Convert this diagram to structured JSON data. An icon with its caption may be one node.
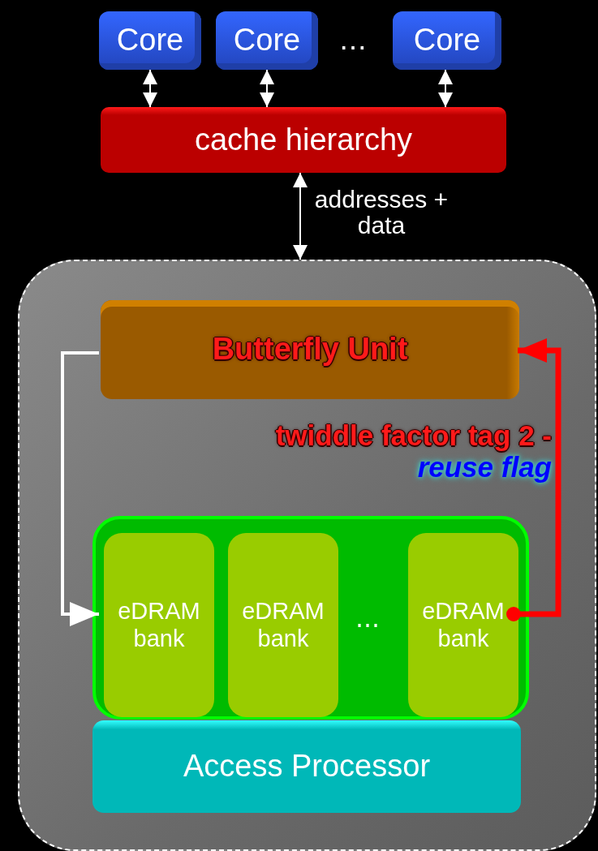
{
  "diagram": {
    "nodes": [
      {
        "text": [
          "Core"
        ]
      },
      {
        "text": [
          "Core"
        ]
      },
      {
        "text": [
          "Core"
        ]
      },
      {
        "text": [
          "cache hierarchy"
        ]
      },
      {
        "text": [],
        "shape": "box"
      },
      {
        "text": [
          "Butterfly Unit"
        ],
        "in": 4
      },
      {
        "text": [],
        "shape": "box",
        "in": 4
      },
      {
        "text": [
          "eDRAM bank"
        ],
        "in": 6
      },
      {
        "text": [
          "eDRAM bank"
        ],
        "in": 6
      },
      {
        "text": [
          "eDRAM bank"
        ],
        "in": 6
      },
      {
        "text": [
          "Access Processor"
        ],
        "in": 4
      }
    ],
    "edges": [
      {
        "from": 0,
        "to": 3,
        "arrow": "both"
      },
      {
        "from": 1,
        "to": 3,
        "arrow": "both"
      },
      {
        "from": 2,
        "to": 3,
        "arrow": "both"
      },
      {
        "from": 3,
        "to": 4,
        "arrow": "both",
        "label": "addresses + data"
      },
      {
        "from": 5,
        "to": 7,
        "arrow": "to",
        "style": "thick"
      },
      {
        "from": 9,
        "to": 5,
        "arrow": "to",
        "style": "thick",
        "color": "#ff0000"
      }
    ],
    "labels": [
      "⋯",
      "⋯",
      "twiddle factor tag 2 - *reuse flag*"
    ]
  }
}
